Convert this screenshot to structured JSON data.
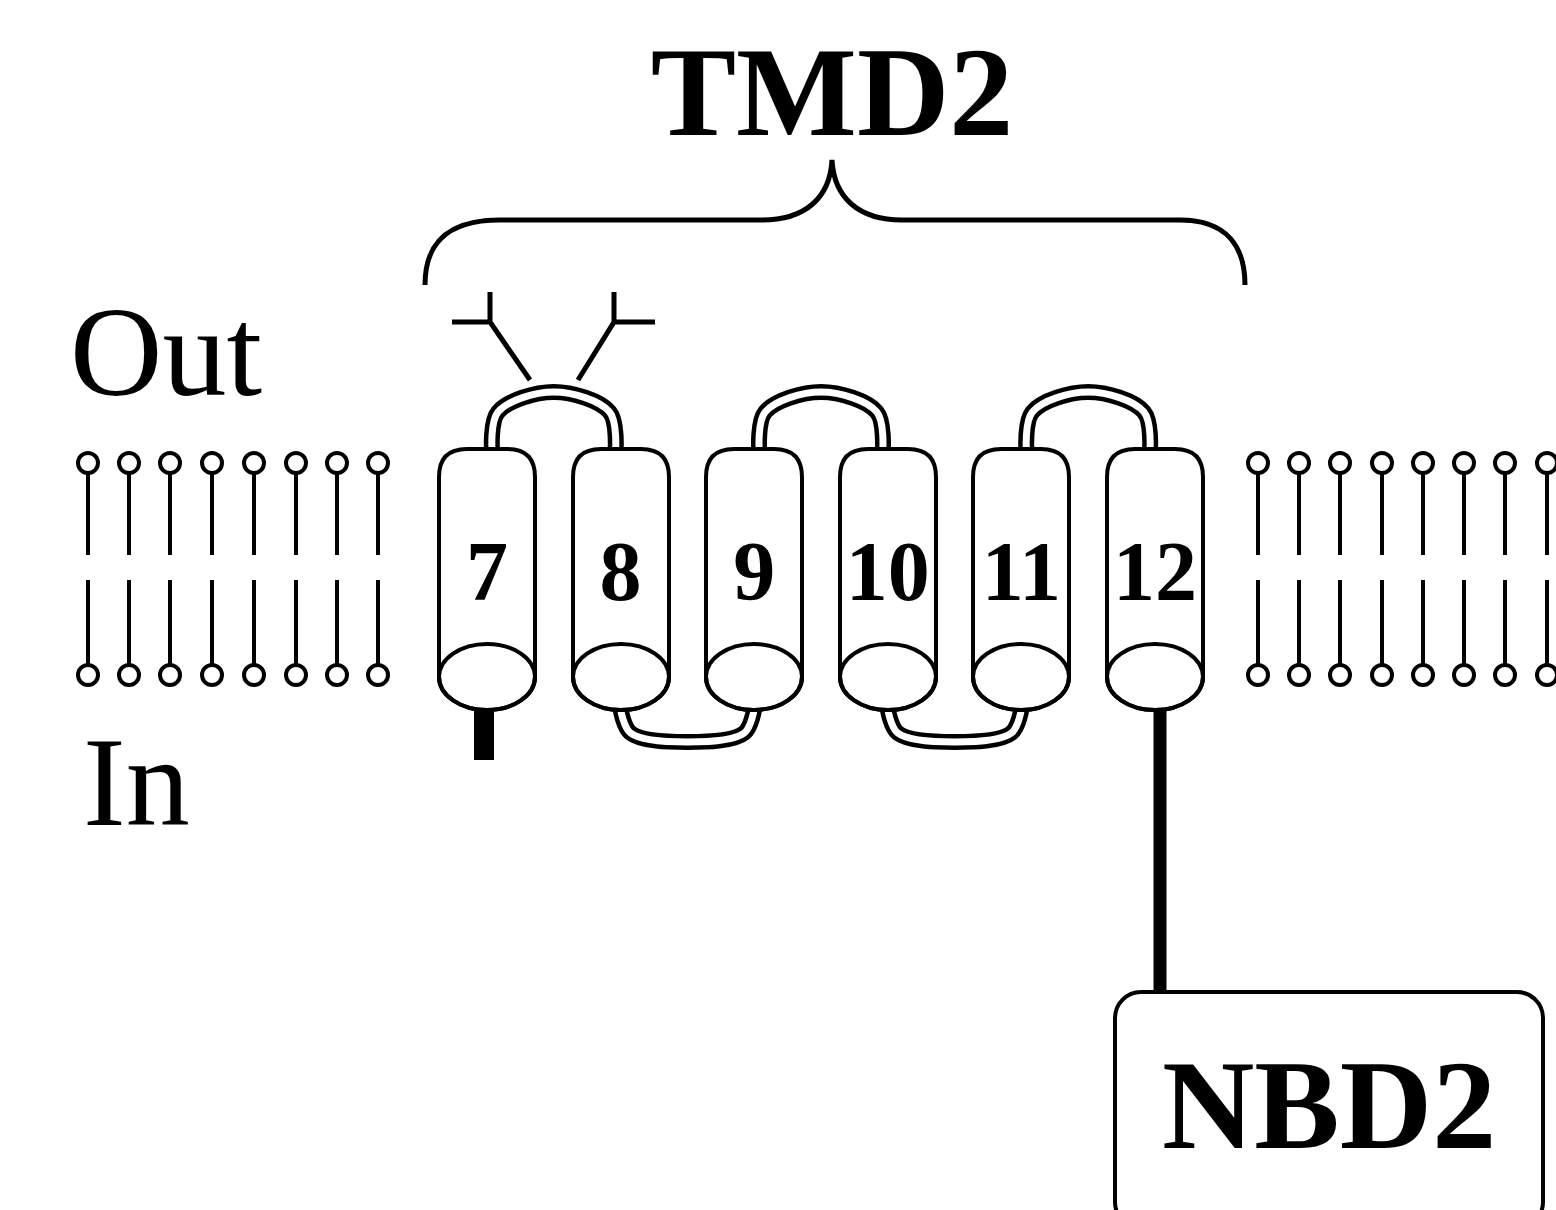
{
  "diagram": {
    "nodes": [
      {
        "text": [
          "7"
        ]
      },
      {
        "text": [
          "8"
        ]
      },
      {
        "text": [
          "9"
        ]
      },
      {
        "text": [
          "10"
        ]
      },
      {
        "text": [
          "11"
        ]
      },
      {
        "text": [
          "12"
        ]
      },
      {
        "text": [
          "NBD2"
        ]
      }
    ],
    "edges": [
      {
        "from": 0,
        "to": 1,
        "arrow": "none"
      },
      {
        "from": 1,
        "to": 2,
        "arrow": "none"
      },
      {
        "from": 2,
        "to": 3,
        "arrow": "none"
      },
      {
        "from": 3,
        "to": 4,
        "arrow": "none"
      },
      {
        "from": 4,
        "to": 5,
        "arrow": "none"
      },
      {
        "from": 5,
        "to": 6,
        "arrow": "none"
      }
    ],
    "labels": [
      "TMD2",
      "Out",
      "In"
    ]
  }
}
